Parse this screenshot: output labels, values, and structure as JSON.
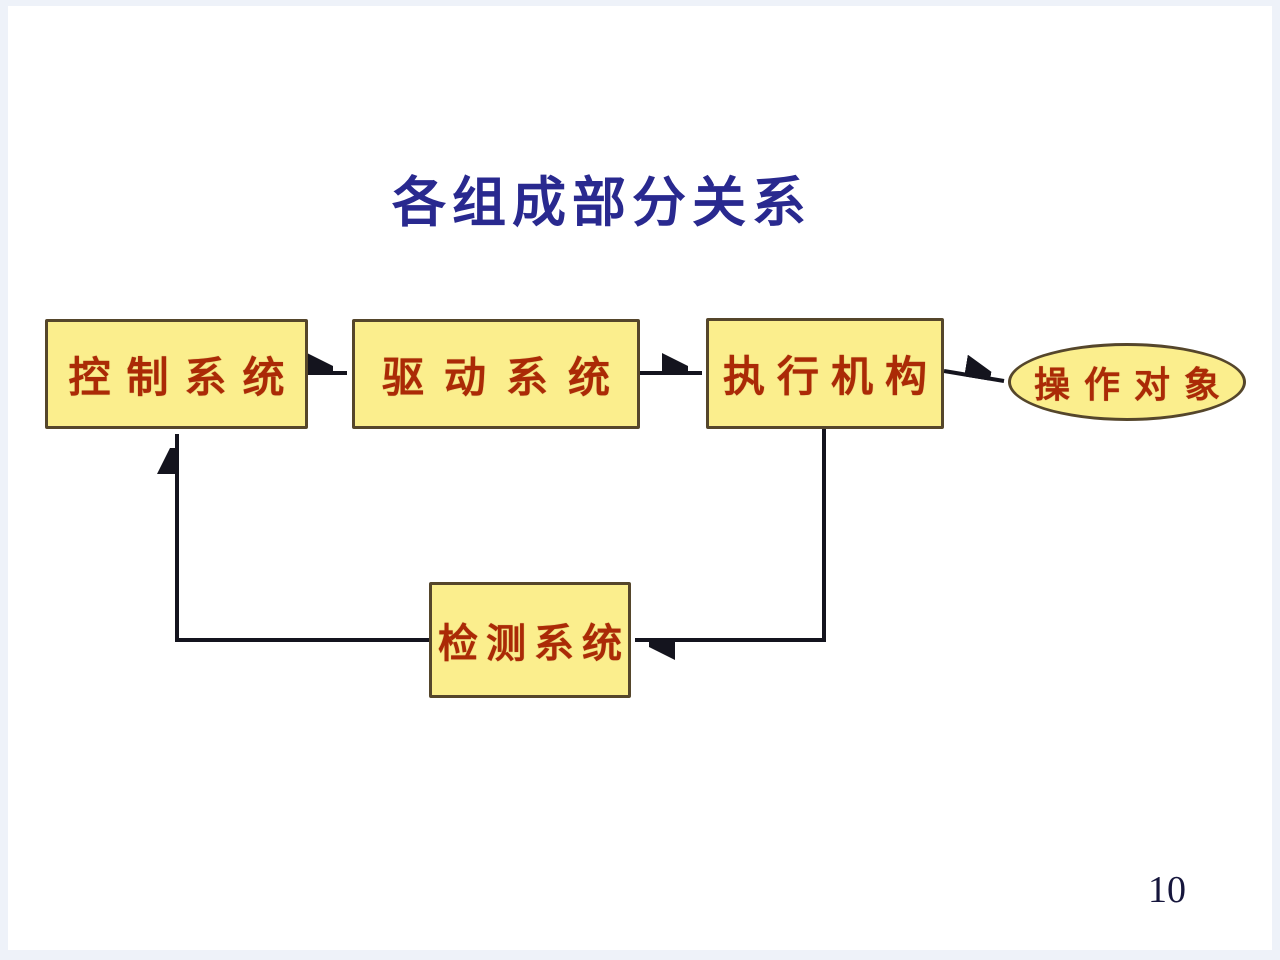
{
  "slide": {
    "title": "各组成部分关系",
    "page_number": "10"
  },
  "diagram": {
    "nodes": [
      {
        "id": "control",
        "label": "控制系统",
        "shape": "rect"
      },
      {
        "id": "drive",
        "label": "驱动系统",
        "shape": "rect"
      },
      {
        "id": "actuator",
        "label": "执行机构",
        "shape": "rect"
      },
      {
        "id": "target",
        "label": "操作对象",
        "shape": "ellipse"
      },
      {
        "id": "detection",
        "label": "检测系统",
        "shape": "rect"
      }
    ],
    "edges": [
      {
        "from": "控制系统",
        "to": "驱动系统"
      },
      {
        "from": "驱动系统",
        "to": "执行机构"
      },
      {
        "from": "执行机构",
        "to": "操作对象"
      },
      {
        "from": "执行机构",
        "to": "检测系统"
      },
      {
        "from": "检测系统",
        "to": "控制系统"
      }
    ]
  },
  "colors": {
    "title": "#29298f",
    "node_fill": "#fbee8d",
    "node_border": "#55462b",
    "node_text": "#ab2a06",
    "arrow": "#14141e",
    "page_number": "#16163c",
    "slide_bg": "#ffffff",
    "frame_bg": "#eef2f9"
  }
}
